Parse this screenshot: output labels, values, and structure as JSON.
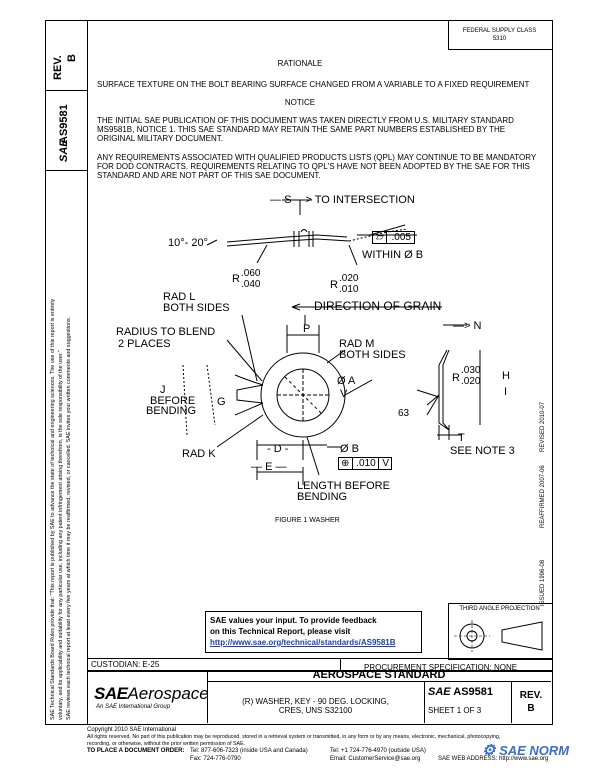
{
  "left_strip": {
    "rev_label": "REV.",
    "rev_value": "B",
    "sae_mark": "SAE",
    "doc_number": "AS9581",
    "legal_lines": [
      "SAE Technical Standards Board Rules provide that: \"This report is published by SAE to advance the state of technical and engineering sciences. The use of this report is entirely",
      "voluntary, and its applicability and suitability for any particular use, including any patent infringement arising therefrom, is the sole responsibility of the user.\"",
      "SAE reviews each technical report at least every five years at which time it may be reaffirmed, revised, or cancelled. SAE invites your written comments and suggestions."
    ]
  },
  "right_strip": {
    "issued": "ISSUED 1996-08",
    "reaffirmed": "REAFFIRMED 2007-06",
    "revised": "REVISED 2010-07"
  },
  "top_box": {
    "line1": "FEDERAL SUPPLY CLASS",
    "line2": "5310"
  },
  "notes": {
    "rationale_title": "RATIONALE",
    "rationale_text": "SURFACE TEXTURE ON THE BOLT BEARING SURFACE CHANGED FROM A VARIABLE TO A FIXED REQUIREMENT",
    "notice_title": "NOTICE",
    "notice_p1": [
      "THE INITIAL SAE PUBLICATION OF THIS DOCUMENT WAS TAKEN DIRECTLY FROM U.S. MILITARY STANDARD",
      "MS9581B, NOTICE 1. THIS SAE STANDARD MAY RETAIN THE SAME PART NUMBERS ESTABLISHED BY THE",
      "ORIGINAL MILITARY DOCUMENT."
    ],
    "notice_p2": [
      "ANY REQUIREMENTS ASSOCIATED WITH QUALIFIED PRODUCTS LISTS (QPL) MAY CONTINUE TO BE MANDATORY",
      "FOR DOD CONTRACTS. REQUIREMENTS RELATING TO QPL'S HAVE NOT BEEN ADOPTED BY THE SAE FOR THIS",
      "STANDARD AND ARE NOT PART OF THIS SAE DOCUMENT."
    ]
  },
  "drawing": {
    "s_label": "S",
    "to_intersection": "TO INTERSECTION",
    "angle": "10°- 20°",
    "tol_value": ".005",
    "within": "WITHIN Ø B",
    "r1_label": "R",
    "r1_top": ".060",
    "r1_bottom": ".040",
    "r2_label": "R",
    "r2_top": ".020",
    "r2_bottom": ".010",
    "rad_l": "RAD L",
    "both_sides_1": "BOTH SIDES",
    "direction_of_grain": "DIRECTION OF GRAIN",
    "p_label": "P",
    "n_label": "N",
    "radius_to_blend": "RADIUS TO BLEND",
    "two_places": "2 PLACES",
    "rad_m": "RAD M",
    "both_sides_2": "BOTH SIDES",
    "phi_a": "Ø A",
    "v_label": "V",
    "r3_label": "R",
    "r3_top": ".030",
    "r3_bottom": ".020",
    "h_label": "H",
    "i_label": "I",
    "j_label": "J",
    "before": "BEFORE",
    "bending": "BENDING",
    "g_label": "G",
    "surface_63": "63",
    "rad_k": "RAD K",
    "d_label": "D",
    "phi_b": "Ø B",
    "phi_b_tol": ".010",
    "phi_b_v": "V",
    "t_label": "T",
    "see_note_3": "SEE NOTE 3",
    "e_label": "E",
    "length_before": "LENGTH BEFORE",
    "bending_2": "BENDING",
    "figure_caption": "FIGURE 1   WASHER"
  },
  "feedback": {
    "line1": "SAE values your input. To provide feedback",
    "line2": "on this Technical Report, please visit",
    "url": "http://www.sae.org/technical/standards/AS9581B"
  },
  "projection_label": "THIRD ANGLE PROJECTION",
  "bottom": {
    "custodian": "CUSTODIAN: E-25",
    "procurement": "PROCUREMENT SPECIFICATION: NONE",
    "brand_sae": "SAE",
    "brand_aero": "Aerospace",
    "brand_sub": "An SAE International Group",
    "standard_title": "AEROSPACE STANDARD",
    "part_title": "(R) WASHER, KEY - 90 DEG. LOCKING,",
    "part_sub": "CRES, UNS S32100",
    "doc_sae": "SAE",
    "doc_number": "AS9581",
    "sheet": "SHEET 1 OF 3",
    "rev_label": "REV.",
    "rev_value": "B"
  },
  "footer": {
    "copyright": "Copyright 2010 SAE International",
    "rights": "All rights reserved. No part of this publication may be reproduced, stored in a retrieval system or transmitted, in any form or by any means, electronic, mechanical, photocopying,",
    "rights2": "recording, or otherwise, without the prior written permission of SAE.",
    "to_place": "TO PLACE A DOCUMENT ORDER:",
    "tel1": "Tel: 877-606-7323 (inside USA and Canada)",
    "tel2": "Tel: +1 724-776-4970 (outside USA)",
    "fax": "Fax: 724-776-0790",
    "email": "Email: CustomerService@sae.org",
    "web": "SAE WEB ADDRESS: http://www.sae.org",
    "watermark": "SAE NORM"
  }
}
